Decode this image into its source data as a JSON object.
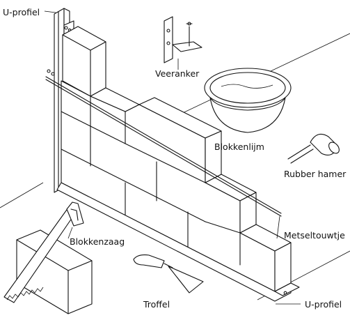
{
  "labels": {
    "u_profiel_top": "U-profiel",
    "veeranker": "Veeranker",
    "blokkenlijm": "Blokkenlijm",
    "rubber_hamer": "Rubber hamer",
    "metseltouwtje": "Metseltouwtje",
    "blokkenzaag": "Blokkenzaag",
    "troffel": "Troffel",
    "u_profiel_bottom": "U-profiel"
  },
  "colors": {
    "ink": "#111111",
    "paper": "#ffffff"
  }
}
